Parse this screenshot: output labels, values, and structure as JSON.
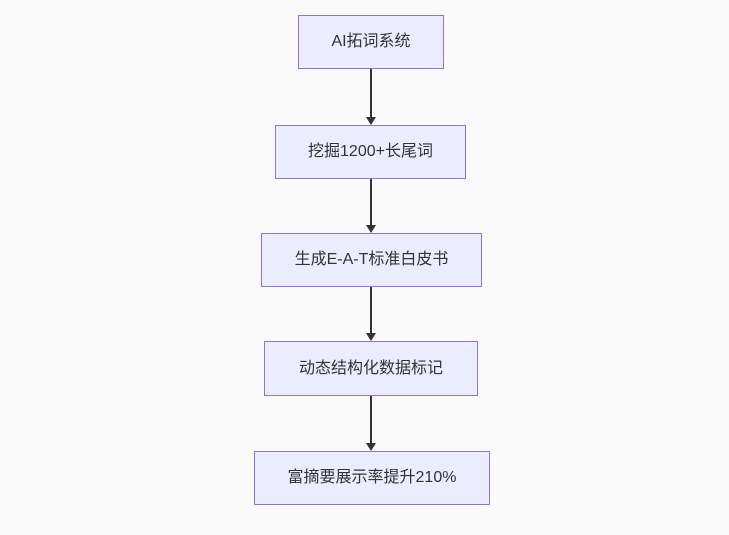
{
  "page": {
    "background_color": "#fafafa"
  },
  "flowchart": {
    "type": "flowchart",
    "direction": "top-down",
    "node_fill_color": "#ECECFF",
    "node_border_color": "#9370DB",
    "text_color": "#333333",
    "arrow_color": "#333333",
    "nodes": [
      {
        "id": "step-1",
        "label": "AI拓词系统"
      },
      {
        "id": "step-2",
        "label": "挖掘1200+长尾词"
      },
      {
        "id": "step-3",
        "label": "生成E-A-T标准白皮书"
      },
      {
        "id": "step-4",
        "label": "动态结构化数据标记"
      },
      {
        "id": "step-5",
        "label": "富摘要展示率提升210%"
      }
    ],
    "edges": [
      {
        "from": "step-1",
        "to": "step-2"
      },
      {
        "from": "step-2",
        "to": "step-3"
      },
      {
        "from": "step-3",
        "to": "step-4"
      },
      {
        "from": "step-4",
        "to": "step-5"
      }
    ]
  }
}
